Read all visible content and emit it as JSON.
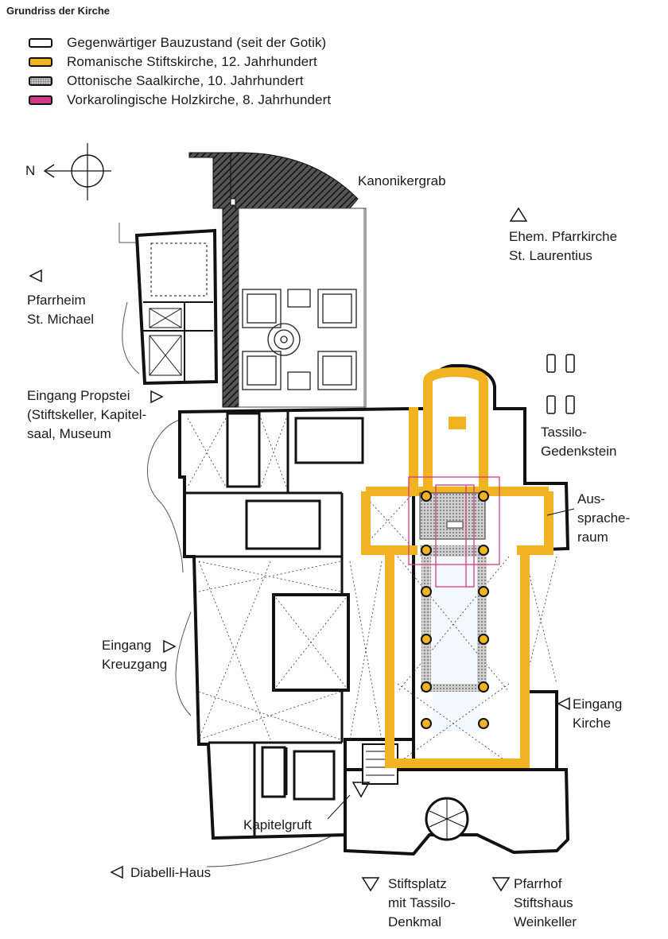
{
  "title": "Grundriss der Kirche",
  "legend": [
    {
      "label": "Gegenwärtiger Bauzustand (seit der Gotik)",
      "swatch": "white"
    },
    {
      "label": "Romanische Stiftskirche, 12. Jahrhundert",
      "swatch": "orange"
    },
    {
      "label": "Ottonische Saalkirche, 10. Jahrhundert",
      "swatch": "gray"
    },
    {
      "label": "Vorkarolingische Holzkirche, 8. Jahrhundert",
      "swatch": "pink"
    }
  ],
  "colors": {
    "romanesque": "#f2b322",
    "ottonian": "#9a9a9a",
    "prekarolingian": "#d23a87",
    "walls": "#1a1a1a"
  },
  "compass": {
    "north_label": "N"
  },
  "labels": {
    "kanonikergrab": "Kanonikergrab",
    "pfarrkirche_1": "Ehem. Pfarrkirche",
    "pfarrkirche_2": "St. Laurentius",
    "pfarrheim_1": "Pfarrheim",
    "pfarrheim_2": "St. Michael",
    "propstei_1": "Eingang Propstei",
    "propstei_2": "(Stiftskeller, Kapitel-",
    "propstei_3": "saal, Museum",
    "tassilo_1": "Tassilo-",
    "tassilo_2": "Gedenkstein",
    "aussprache_1": "Aus-",
    "aussprache_2": "sprache-",
    "aussprache_3": "raum",
    "kreuzgang_1": "Eingang",
    "kreuzgang_2": "Kreuzgang",
    "kirche_1": "Eingang",
    "kirche_2": "Kirche",
    "kapitelgruft": "Kapitelgruft",
    "diabelli": "Diabelli-Haus",
    "stiftsplatz_1": "Stiftsplatz",
    "stiftsplatz_2": "mit Tassilo-",
    "stiftsplatz_3": "Denkmal",
    "pfarrhof_1": "Pfarrhof",
    "pfarrhof_2": "Stiftshaus",
    "pfarrhof_3": "Weinkeller"
  }
}
